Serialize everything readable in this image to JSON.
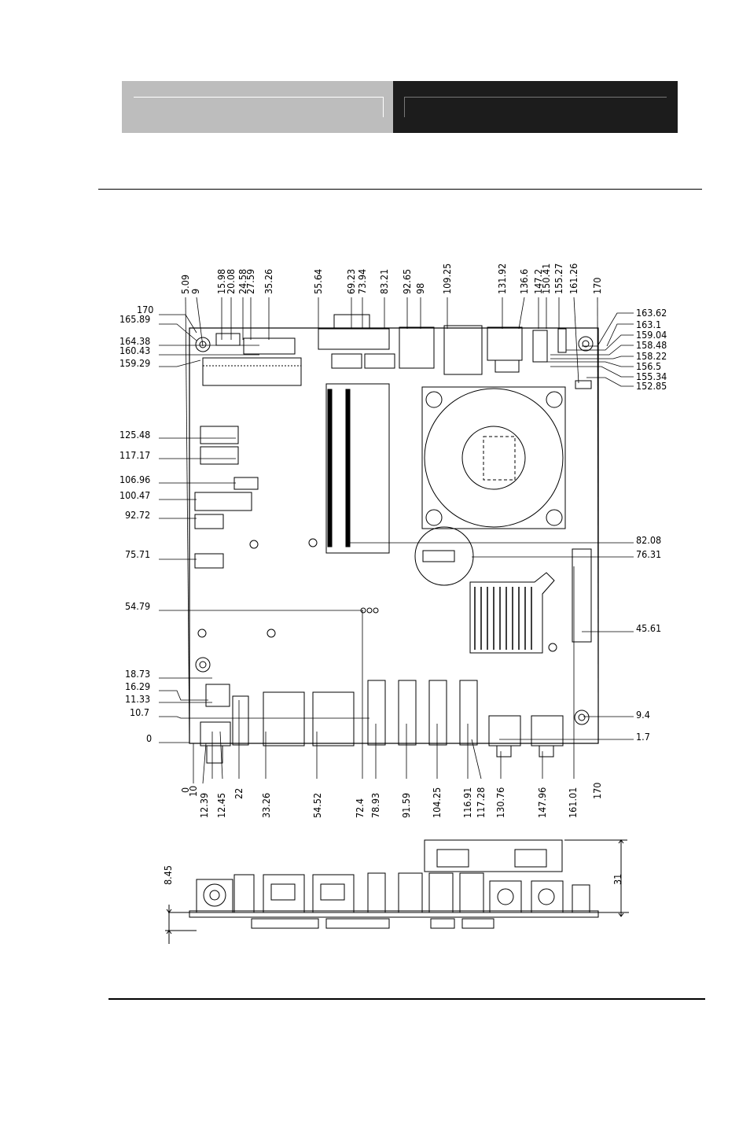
{
  "top_dims": [
    "5.09",
    "9",
    "15.98",
    "20.08",
    "24.58",
    "27.59",
    "35.26",
    "55.64",
    "69.23",
    "73.94",
    "83.21",
    "92.65",
    "98",
    "109.25",
    "131.92",
    "136.6",
    "147.2",
    "150.41",
    "155.27",
    "161.26",
    "170"
  ],
  "bottom_dims": [
    "0",
    "10",
    "12.39",
    "12.45",
    "22",
    "33.26",
    "54.52",
    "72.4",
    "78.93",
    "91.59",
    "104.25",
    "116.91",
    "117.28",
    "130.76",
    "147.96",
    "161.01",
    "170"
  ],
  "left_dims": [
    "170",
    "165.89",
    "164.38",
    "160.43",
    "159.29",
    "125.48",
    "117.17",
    "106.96",
    "100.47",
    "92.72",
    "75.71",
    "54.79",
    "18.73",
    "16.29",
    "11.33",
    "10.7",
    "0"
  ],
  "right_dims": [
    "163.62",
    "163.1",
    "159.04",
    "158.48",
    "158.22",
    "156.5",
    "155.34",
    "152.85",
    "82.08",
    "76.31",
    "45.61",
    "9.4",
    "1.7"
  ],
  "side_dims": {
    "height_left": "8.45",
    "height_right": "31"
  }
}
